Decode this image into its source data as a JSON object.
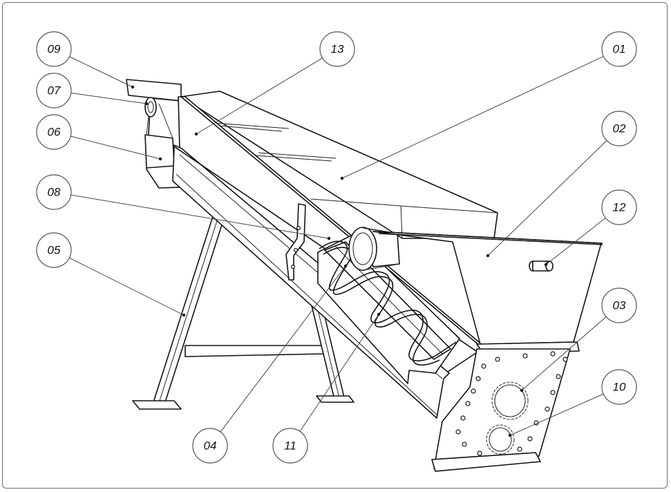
{
  "callouts": [
    {
      "id": "c09",
      "label": "09"
    },
    {
      "id": "c07",
      "label": "07"
    },
    {
      "id": "c06",
      "label": "06"
    },
    {
      "id": "c08",
      "label": "08"
    },
    {
      "id": "c05",
      "label": "05"
    },
    {
      "id": "c13",
      "label": "13"
    },
    {
      "id": "c01",
      "label": "01"
    },
    {
      "id": "c02",
      "label": "02"
    },
    {
      "id": "c12",
      "label": "12"
    },
    {
      "id": "c03",
      "label": "03"
    },
    {
      "id": "c10",
      "label": "10"
    },
    {
      "id": "c04",
      "label": "04"
    },
    {
      "id": "c11",
      "label": "11"
    }
  ],
  "colors": {
    "line": "#111111",
    "frame": "#6e6e6e",
    "background": "#ffffff"
  }
}
